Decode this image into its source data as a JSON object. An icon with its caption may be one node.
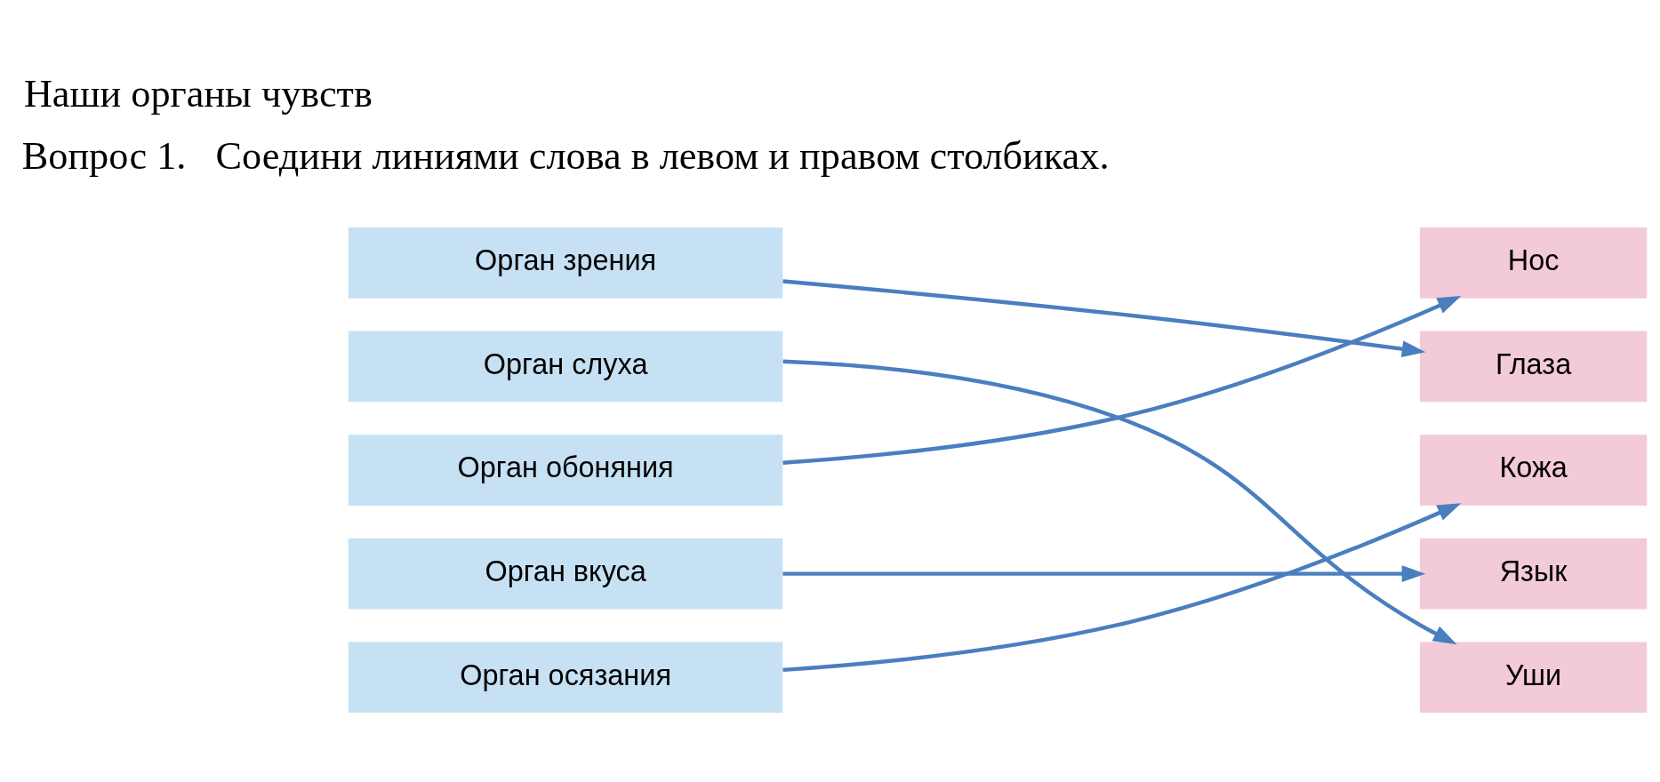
{
  "diagram": {
    "title": "Наши органы чувств",
    "nodes": [
      {
        "text": [
          "Орган зрения"
        ]
      },
      {
        "text": [
          "Орган слуха"
        ]
      },
      {
        "text": [
          "Орган обоняния"
        ]
      },
      {
        "text": [
          "Орган вкуса"
        ]
      },
      {
        "text": [
          "Орган осязания"
        ]
      },
      {
        "text": [
          "Нос"
        ]
      },
      {
        "text": [
          "Глаза"
        ]
      },
      {
        "text": [
          "Кожа"
        ]
      },
      {
        "text": [
          "Язык"
        ]
      },
      {
        "text": [
          "Уши"
        ]
      }
    ],
    "edges": [
      {
        "from": 0,
        "to": 6,
        "arrow": "to"
      },
      {
        "from": 1,
        "to": 9,
        "arrow": "to"
      },
      {
        "from": 2,
        "to": 5,
        "arrow": "to"
      },
      {
        "from": 3,
        "to": 8,
        "arrow": "to"
      },
      {
        "from": 4,
        "to": 7,
        "arrow": "to"
      }
    ],
    "labels": [
      "Вопрос 1.   Соедини линиями слова в левом и правом столбиках."
    ]
  }
}
